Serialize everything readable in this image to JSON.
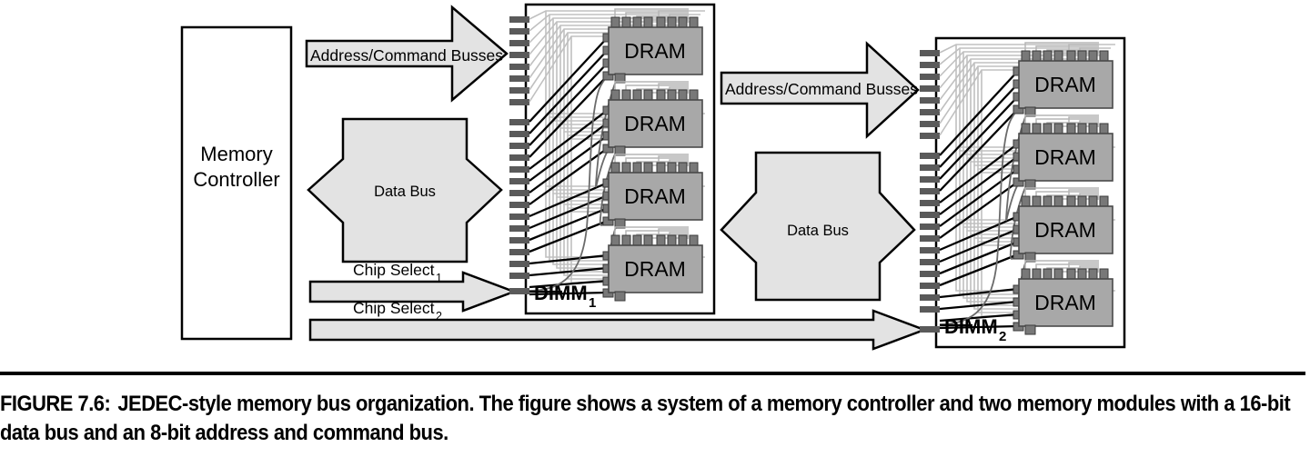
{
  "figure": {
    "caption_label": "FIGURE 7.6:",
    "caption_body": "JEDEC-style memory bus organization. The figure shows a system of a memory controller and two memory modules with a 16-bit data bus and an 8-bit address and command bus."
  },
  "colors": {
    "stroke": "#000000",
    "arrow_fill": "#e3e3e3",
    "chip_fill": "#a8a8a8",
    "pin_fill": "#787878",
    "trace_light": "#c9c9c9",
    "board_fill": "#ffffff",
    "background": "#ffffff"
  },
  "controller": {
    "label_line1": "Memory",
    "label_line2": "Controller"
  },
  "busses": {
    "address_command_1": "Address/Command Busses",
    "address_command_2": "Address/Command Busses",
    "data_bus_1": "Data Bus",
    "data_bus_2": "Data Bus",
    "chip_select_1": "Chip Select",
    "chip_select_1_sub": "1",
    "chip_select_2": "Chip Select",
    "chip_select_2_sub": "2"
  },
  "modules": [
    {
      "id": "dimm-1",
      "label": "DIMM",
      "subscript": "1",
      "chips": [
        {
          "label": "DRAM"
        },
        {
          "label": "DRAM"
        },
        {
          "label": "DRAM"
        },
        {
          "label": "DRAM"
        }
      ],
      "edge_pin_count": 26,
      "chip_top_pins": 8,
      "chip_left_pins": 4
    },
    {
      "id": "dimm-2",
      "label": "DIMM",
      "subscript": "2",
      "chips": [
        {
          "label": "DRAM"
        },
        {
          "label": "DRAM"
        },
        {
          "label": "DRAM"
        },
        {
          "label": "DRAM"
        }
      ],
      "edge_pin_count": 26,
      "chip_top_pins": 8,
      "chip_left_pins": 4
    }
  ]
}
